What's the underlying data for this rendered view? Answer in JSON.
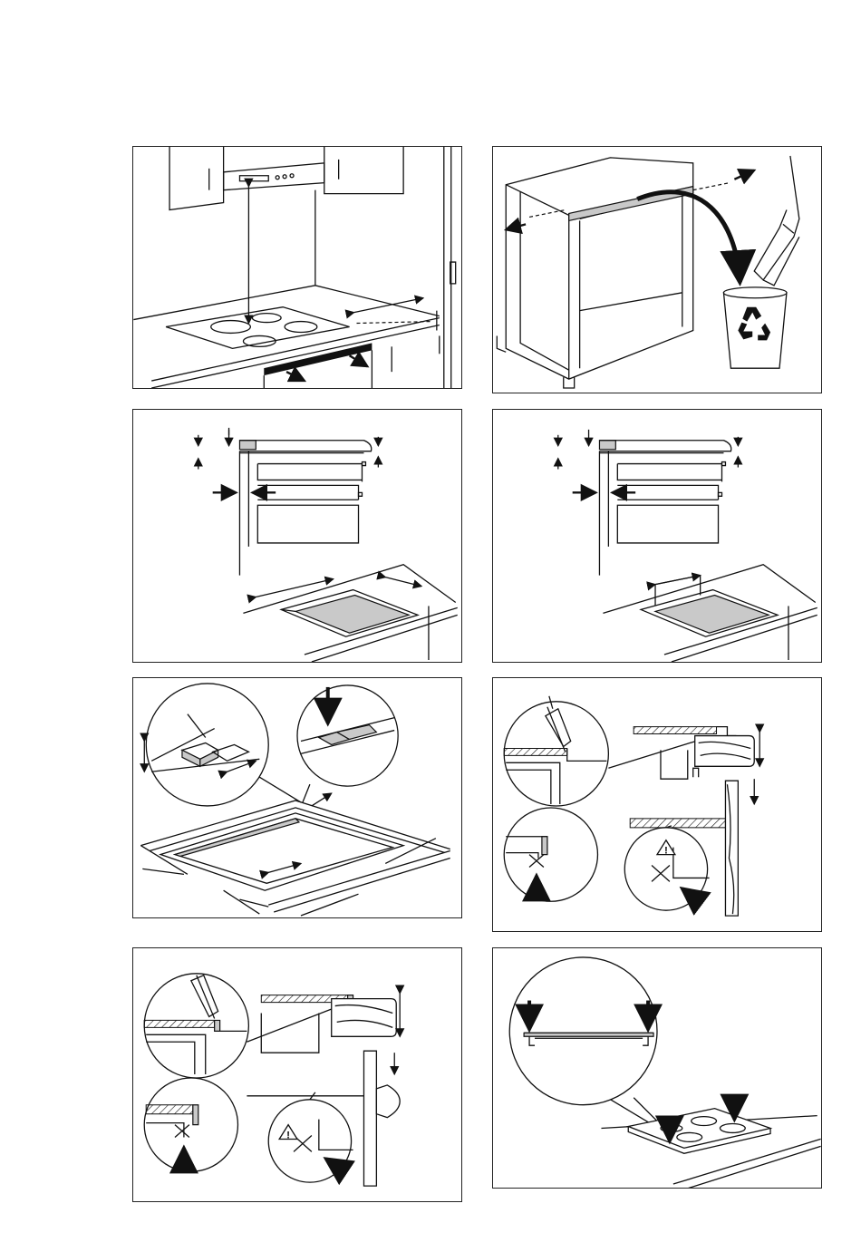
{
  "document": {
    "type": "installation-figure-sheet",
    "panels": [
      {
        "id": "hood-clearance",
        "icon": "cooker-hood-clearance-icon"
      },
      {
        "id": "remove-cabinet-rail",
        "icon": "recycle-icon"
      },
      {
        "id": "cutout-dimensions-left",
        "icon": "dimension-arrow-icon"
      },
      {
        "id": "cutout-dimensions-right",
        "icon": "dimension-arrow-icon"
      },
      {
        "id": "apply-seal-strip",
        "icon": "push-down-arrow-icon"
      },
      {
        "id": "sealant-edge-variant-a",
        "icon": "warning-icon"
      },
      {
        "id": "sealant-edge-variant-b",
        "icon": "warning-icon"
      },
      {
        "id": "press-hob-into-place",
        "icon": "push-down-arrow-icon"
      }
    ],
    "warning_symbol": "!",
    "colors": {
      "line": "#111111",
      "fill_grey": "#c9c9c9",
      "background": "#ffffff"
    }
  }
}
